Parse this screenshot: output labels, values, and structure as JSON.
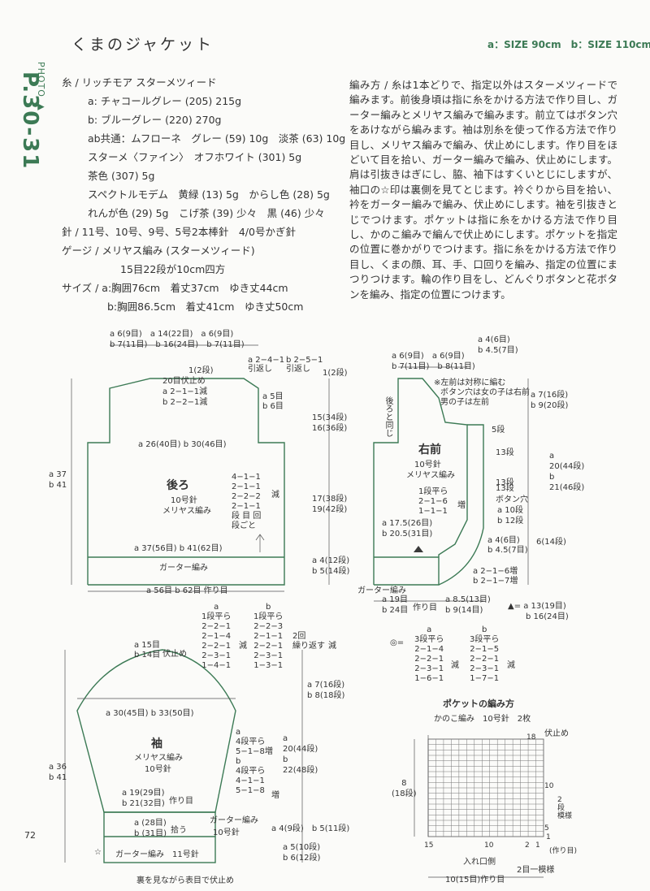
{
  "sidebar": {
    "photo": "PHOTO ▶",
    "pages": "P.30-31"
  },
  "title": "くまのジャケット",
  "sizes": "a：SIZE 90cm　b：SIZE 110cm",
  "spec": [
    "糸 / リッチモア スターメツィード",
    "a: チャコールグレー (205) 215g",
    "b: ブルーグレー (220) 270g",
    "ab共通：ムフローネ　グレー (59) 10g　淡茶 (63) 10g",
    "スターメ〈ファイン〉　オフホワイト (301) 5g",
    "茶色 (307) 5g",
    "スペクトルモデム　黄緑 (13) 5g　からし色 (28) 5g",
    "れんが色 (29) 5g　こげ茶 (39) 少々　黒 (46) 少々",
    "針 / 11号、10号、9号、5号2本棒針　4/0号かぎ針",
    "ゲージ / メリヤス編み (スターメツィード)",
    "15目22段が10cm四方",
    "サイズ / a:胸囲76cm　着丈37cm　ゆき丈44cm",
    "b:胸囲86.5cm　着丈41cm　ゆき丈50cm"
  ],
  "method": "編み方 / 糸は1本どりで、指定以外はスターメツィードで編みます。前後身頃は指に糸をかける方法で作り目し、ガーター編みとメリヤス編みで編みます。前立てはボタン穴をあけながら編みます。袖は別糸を使って作る方法で作り目し、メリヤス編みで編み、伏止めにします。作り目をほどいて目を拾い、ガーター編みで編み、伏止めにします。肩は引抜きはぎにし、脇、袖下はすくいとじにしますが、袖口の☆印は裏側を見てとじます。衿ぐりから目を拾い、衿をガーター編みで編み、伏止めにします。袖を引抜きとじでつけます。ポケットは指に糸をかける方法で作り目し、かのこ編みで編んで伏止めにします。ポケットを指定の位置に巻かがりでつけます。指に糸をかける方法で作り目し、くまの顔、耳、手、口回りを編み、指定の位置にまつりつけます。輪の作り目をし、どんぐりボタンと花ボタンを編み、指定の位置につけます。",
  "back": {
    "top": [
      "a 6(9目)　a 14(22目)　a 6(9目)",
      "b 7(11目)　b 16(24目)　b 7(11目)"
    ],
    "neck": [
      "1(2段)",
      "20目伏止め",
      "a 2−1−1減",
      "b 2−2−1減"
    ],
    "shoulder": [
      "a 2−4−1",
      "b 2−5−1",
      "引返し",
      "a 5目",
      "b 6目",
      "1(2段)"
    ],
    "armhole": "a 26(40目) b 30(46目)",
    "name": "後ろ",
    "needle": "10号針",
    "stitch": "メリヤス編み",
    "dec": [
      "4−1−1",
      "2−1−1",
      "2−2−2",
      "2−1−1",
      "段 目 回",
      "段ごと",
      "減"
    ],
    "rows": [
      "15(34段)",
      "16(36段)",
      "17(38段)",
      "19(42段)",
      "a 4(12段)",
      "b 5(14段)"
    ],
    "width": "a 37(56目) b 41(62目)",
    "garter": "ガーター編み",
    "cast": "a 56目 b 62目 作り目",
    "height": [
      "a 37",
      "b 41"
    ]
  },
  "front": {
    "top": [
      "a 6(9目)　a 6(9目)",
      "b 7(11目)　b 8(11目)",
      "a 4(6目)",
      "b 4.5(7目)"
    ],
    "note": [
      "※左前は対称に編む",
      "ボタン穴は女の子は右前",
      "男の子は左前"
    ],
    "same": "後ろと同じ",
    "name": "右前",
    "needle": "10号針",
    "stitch": "メリヤス編み",
    "inc": [
      "1段平ら",
      "2−1−6",
      "1−1−1",
      "増"
    ],
    "band": [
      "5段",
      "13段",
      "13段",
      "13段",
      "ボタン穴",
      "a 10段",
      "b 12段"
    ],
    "rows": [
      "a 7(16段)",
      "b 9(20段)",
      "a",
      "20(44段)",
      "b",
      "21(46段)",
      "6(14段)"
    ],
    "width": [
      "a 17.5(26目)",
      "b 20.5(31目)"
    ],
    "corner": [
      "a 4(6目)",
      "b 4.5(7目)",
      "a 2−1−6増",
      "b 2−1−7増"
    ],
    "garter": "ガーター編み",
    "cast": [
      "a 19目",
      "b 24目",
      "作り目",
      "a 8.5(13目)",
      "b 9(14目)"
    ],
    "tri": [
      "▲= a 13(19目)",
      "b 16(24目)"
    ]
  },
  "circ": {
    "label": "◎=",
    "a": [
      "a",
      "3段平ら",
      "2−1−4",
      "2−2−1",
      "2−3−1",
      "1−6−1",
      "減"
    ],
    "b": [
      "b",
      "3段平ら",
      "2−1−5",
      "2−2−1",
      "2−3−1",
      "1−7−1",
      "減"
    ]
  },
  "sleevecap": {
    "a": [
      "a",
      "1段平ら",
      "2−2−1",
      "2−1−4",
      "2−2−1",
      "2−3−1",
      "1−4−1",
      "減"
    ],
    "b": [
      "b",
      "1段平ら",
      "2−2−3",
      "2−1−1",
      "2−2−1",
      "2−3−1",
      "1−3−1"
    ],
    "rep": [
      "2回",
      "繰り返す",
      "減"
    ]
  },
  "sleeve": {
    "top": [
      "a 15目",
      "b 14目",
      "伏止め"
    ],
    "width": "a 30(45目) b 33(50目)",
    "name": "袖",
    "stitch": "メリヤス編み",
    "needle": "10号針",
    "inc": [
      "a",
      "4段平ら",
      "5−1−8増",
      "b",
      "4段平ら",
      "4−1−1",
      "5−1−8",
      "増"
    ],
    "rows": [
      "a 7(16段)",
      "b 8(18段)",
      "a",
      "20(44段)",
      "b",
      "22(48段)",
      "a 4(9段)　b 5(11段)",
      "a 5(10段)",
      "b 6(12段)"
    ],
    "cast": [
      "a 19(29目)",
      "b 21(32目)",
      "作り目"
    ],
    "cuff": [
      "a (28目)",
      "b (31目)",
      "拾う",
      "ガーター編み",
      "10号針"
    ],
    "band": "ガーター編み　11号針",
    "height": [
      "a 36",
      "b 41"
    ],
    "note": "裏を見ながら表目で伏止め",
    "star": "☆"
  },
  "pocket": {
    "title": "ポケットの編み方",
    "sub": "かのこ編み　10号針　2枚",
    "fuse": "伏止め",
    "rows": [
      "8",
      "(18段)"
    ],
    "nums": [
      "18",
      "10",
      "2",
      "段",
      "模様",
      "5",
      "(作り目)",
      "15",
      "10",
      "2",
      "1",
      "1"
    ],
    "bottom": [
      "入れ口側",
      "2目一模様",
      "10(15目)作り目"
    ]
  },
  "page_number": "72"
}
